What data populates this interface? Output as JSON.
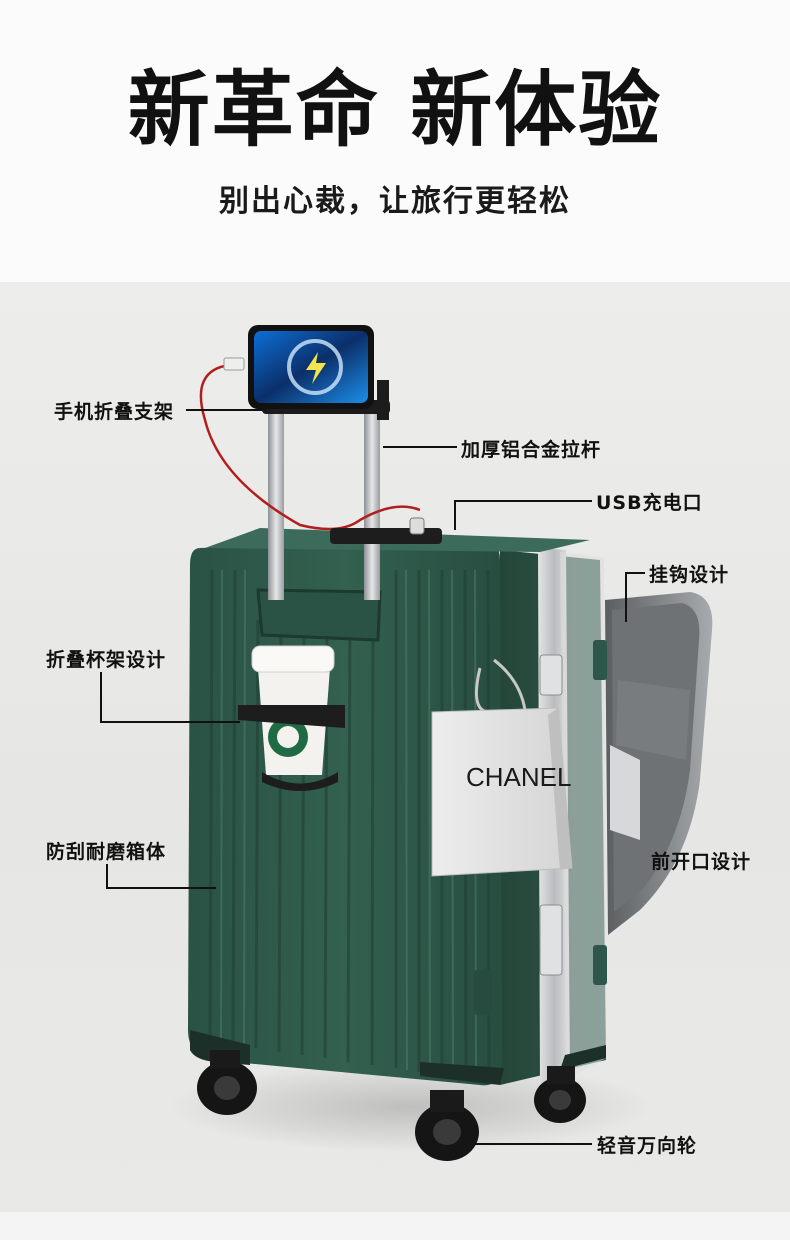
{
  "header": {
    "headline": "新革命 新体验",
    "subline": "别出心裁，让旅行更轻松"
  },
  "product": {
    "body_color": "#2f5a4d",
    "frame_color": "#c9cbcc",
    "bag_text": "CHANEL",
    "phone_screen_text": "Charging"
  },
  "callouts": {
    "phone_holder": "手机折叠支架",
    "handle": "加厚铝合金拉杆",
    "usb": "USB充电口",
    "hook": "挂钩设计",
    "cup_holder": "折叠杯架设计",
    "shell": "防刮耐磨箱体",
    "front_open": "前开口设计",
    "wheels": "轻音万向轮"
  }
}
